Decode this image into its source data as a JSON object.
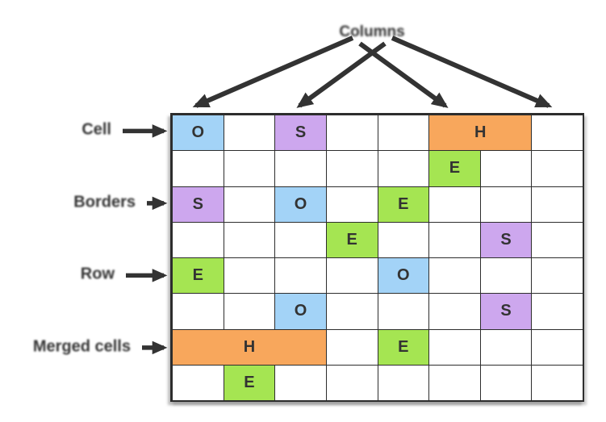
{
  "top_label": {
    "text": "Columns",
    "target_cols": [
      1,
      3,
      6,
      8
    ]
  },
  "row_labels": [
    {
      "text": "Cell",
      "row": 1
    },
    {
      "text": "Borders",
      "row": 3
    },
    {
      "text": "Row",
      "row": 5
    },
    {
      "text": "Merged cells",
      "row": 7
    }
  ],
  "grid": {
    "rows": 8,
    "cols": 8,
    "cells": [
      {
        "row": 1,
        "col": 1,
        "span": 1,
        "letter": "O",
        "color": "blue"
      },
      {
        "row": 1,
        "col": 3,
        "span": 1,
        "letter": "S",
        "color": "purple"
      },
      {
        "row": 1,
        "col": 6,
        "span": 2,
        "letter": "H",
        "color": "orange"
      },
      {
        "row": 2,
        "col": 6,
        "span": 1,
        "letter": "E",
        "color": "green"
      },
      {
        "row": 3,
        "col": 1,
        "span": 1,
        "letter": "S",
        "color": "purple"
      },
      {
        "row": 3,
        "col": 3,
        "span": 1,
        "letter": "O",
        "color": "blue"
      },
      {
        "row": 3,
        "col": 5,
        "span": 1,
        "letter": "E",
        "color": "green"
      },
      {
        "row": 4,
        "col": 4,
        "span": 1,
        "letter": "E",
        "color": "green"
      },
      {
        "row": 4,
        "col": 7,
        "span": 1,
        "letter": "S",
        "color": "purple"
      },
      {
        "row": 5,
        "col": 1,
        "span": 1,
        "letter": "E",
        "color": "green"
      },
      {
        "row": 5,
        "col": 5,
        "span": 1,
        "letter": "O",
        "color": "blue"
      },
      {
        "row": 6,
        "col": 3,
        "span": 1,
        "letter": "O",
        "color": "blue"
      },
      {
        "row": 6,
        "col": 7,
        "span": 1,
        "letter": "S",
        "color": "purple"
      },
      {
        "row": 7,
        "col": 1,
        "span": 3,
        "letter": "H",
        "color": "orange"
      },
      {
        "row": 7,
        "col": 5,
        "span": 1,
        "letter": "E",
        "color": "green"
      },
      {
        "row": 8,
        "col": 2,
        "span": 1,
        "letter": "E",
        "color": "green"
      }
    ]
  },
  "colors": {
    "blue": "#A3D3F7",
    "purple": "#CDA7EE",
    "orange": "#F8A75C",
    "green": "#A5E552",
    "line": "#333333",
    "text": "#333333"
  }
}
